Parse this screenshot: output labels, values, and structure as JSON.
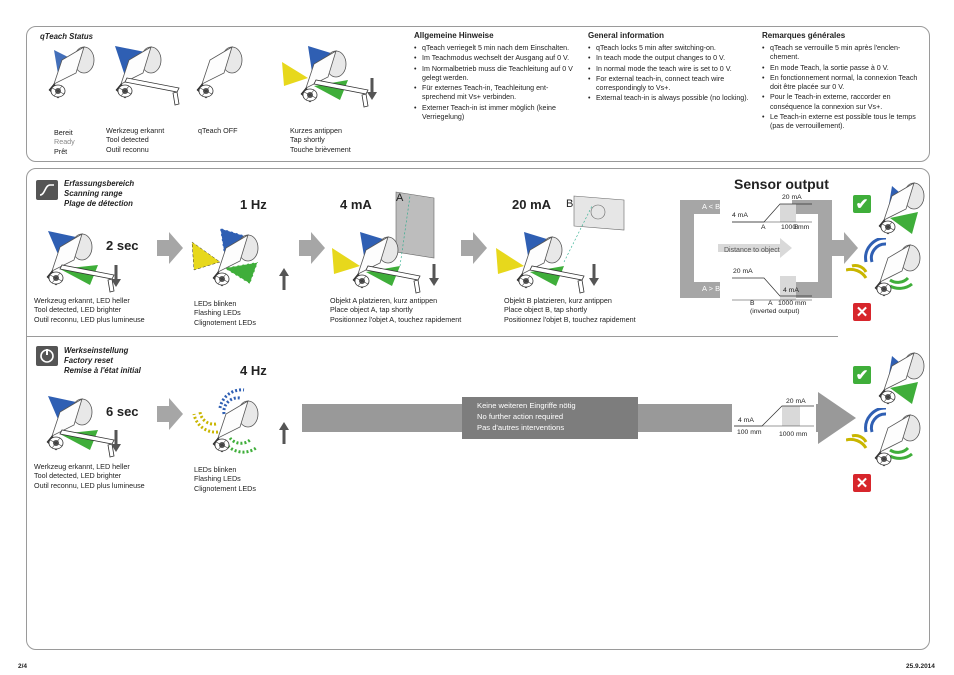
{
  "qteach": {
    "title": "qTeach Status",
    "states": [
      {
        "lines": [
          "Bereit",
          "Ready",
          "Prêt"
        ]
      },
      {
        "lines": [
          "Werkzeug erkannt",
          "Tool detected",
          "Outil reconnu"
        ]
      },
      {
        "lines": [
          "qTeach OFF"
        ]
      },
      {
        "lines": [
          "Kurzes antippen",
          "Tap shortly",
          "Touche brièvement"
        ]
      }
    ]
  },
  "notes": [
    {
      "heading": "Allgemeine Hinweise",
      "items": [
        "qTeach verriegelt 5 min nach dem Einschalten.",
        "Im Teachmodus wechselt der Ausgang auf 0 V.",
        "Im Normalbetrieb muss die Teachleitung auf 0 V gelegt werden.",
        "Für externes Teach-in, Teachleitung ent-sprechend mit Vs+ verbinden.",
        "Externer Teach-in ist immer möglich (keine Verriegelung)"
      ]
    },
    {
      "heading": "General information",
      "items": [
        "qTeach locks 5 min after switching-on.",
        "In teach mode the output changes to 0 V.",
        "In normal mode the teach wire is set to 0 V.",
        "For external teach-in, connect teach wire correspondingly to Vs+.",
        "External teach-in is always possible (no locking)."
      ]
    },
    {
      "heading": "Remarques générales",
      "items": [
        "qTeach se verrouille 5 min après l'enclen-chement.",
        "En mode Teach, la sortie passe à 0 V.",
        "En fonctionnement normal, la connexion Teach doit être placée sur 0 V.",
        "Pour le Teach-in externe, raccorder en conséquence la connexion sur Vs+.",
        "Le Teach-in externe est possible tous le temps (pas de verrouillement)."
      ]
    }
  ],
  "scan": {
    "title": [
      "Erfassungsbereich",
      "Scanning range",
      "Plage de détection"
    ],
    "hold": "2 sec",
    "freq": "1 Hz",
    "ma4": "4 mA",
    "ma20": "20 mA",
    "labelA": "A",
    "labelB": "B",
    "cap1": [
      "Werkzeug erkannt, LED heller",
      "Tool detected, LED brighter",
      "Outil reconnu, LED plus lumineuse"
    ],
    "cap2": [
      "LEDs blinken",
      "Flashing LEDs",
      "Clignotement LEDs"
    ],
    "cap3": [
      "Objekt A platzieren, kurz antippen",
      "Place object A, tap shortly",
      "Positionnez l'objet A, touchez rapidement"
    ],
    "cap4": [
      "Objekt B platzieren, kurz antippen",
      "Place object B, tap shortly",
      "Positionnez l'objet B, touchez rapidement"
    ]
  },
  "sensor_output": {
    "title": "Sensor output",
    "case1": "A < B",
    "case2": "A > B",
    "distance": "Distance to object",
    "g1": {
      "top": "20 mA",
      "low": "4 mA",
      "x1": "A",
      "x2": "B",
      "x3": "1000 mm"
    },
    "g2": {
      "top": "20 mA",
      "low": "4 mA",
      "x1": "B",
      "x2": "A",
      "x3": "1000 mm",
      "note": "(inverted output)"
    }
  },
  "reset": {
    "title": [
      "Werkseinstellung",
      "Factory reset",
      "Remise à l'état initial"
    ],
    "hold": "6 sec",
    "freq": "4 Hz",
    "cap1": [
      "Werkzeug erkannt, LED heller",
      "Tool detected, LED brighter",
      "Outil reconnu, LED plus lumineuse"
    ],
    "cap2": [
      "LEDs blinken",
      "Flashing LEDs",
      "Clignotement LEDs"
    ],
    "banner": [
      "Keine weiteren Eingriffe nötig",
      "No further action required",
      "Pas d'autres interventions"
    ],
    "graph": {
      "top": "20 mA",
      "low": "4 mA",
      "x1": "100 mm",
      "x2": "1000 mm"
    }
  },
  "footer": {
    "page": "2/4",
    "date": "25.9.2014"
  },
  "colors": {
    "blue": "#2f5fb3",
    "green": "#3fae3a",
    "yellow": "#e7d81c",
    "red": "#d7262c",
    "arrow": "#a6a6a6"
  }
}
